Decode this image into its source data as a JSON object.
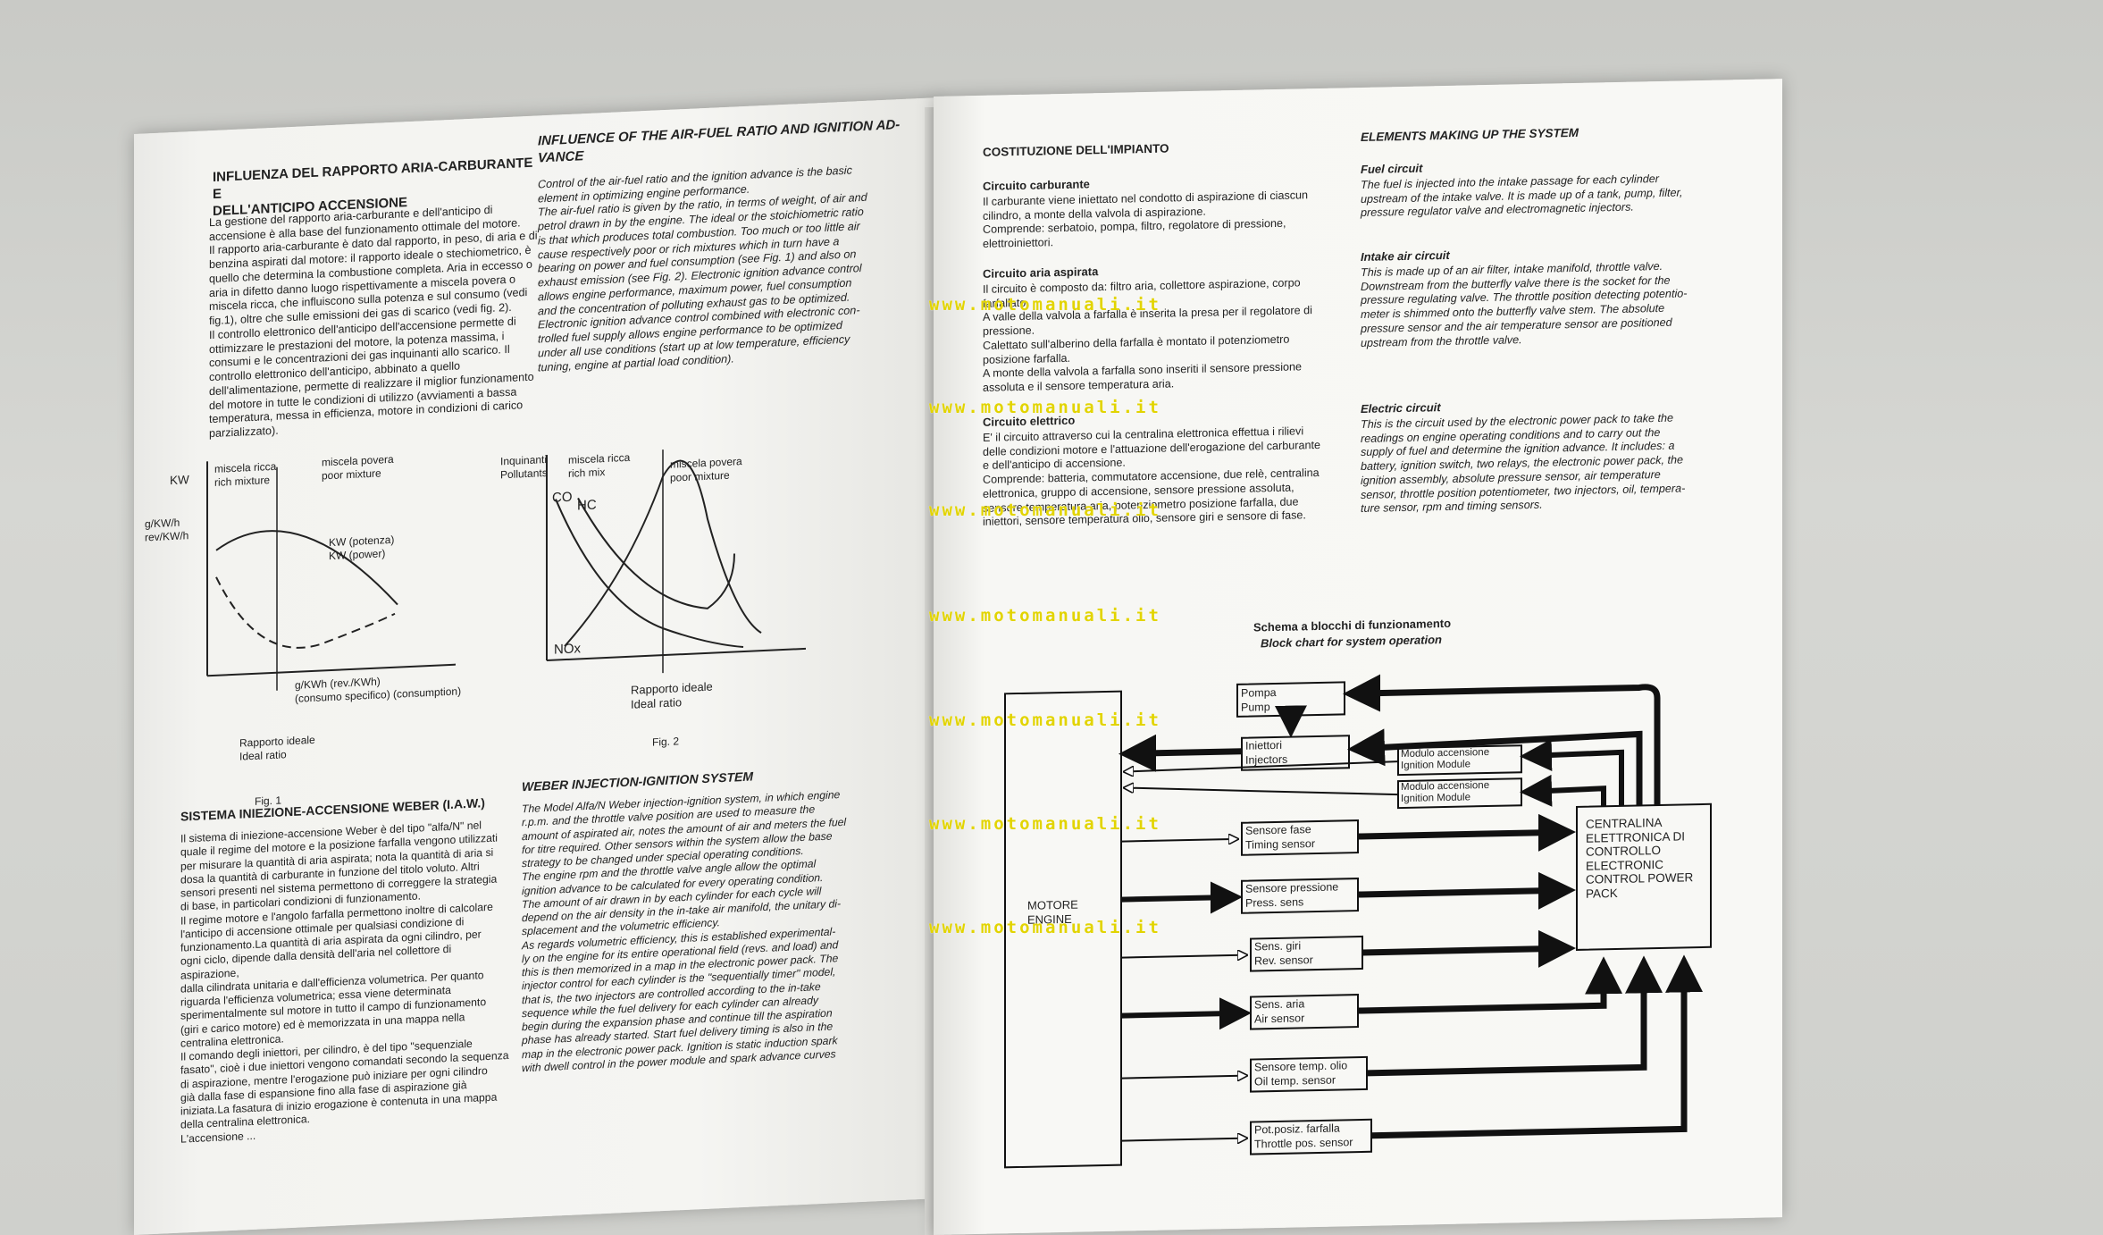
{
  "left_page": {
    "heading_it": "INFLUENZA DEL RAPPORTO ARIA-CARBURANTE E\nDELL'ANTICIPO ACCENSIONE",
    "body_it": "La gestione del rapporto aria-carburante e dell'anticipo di\naccensione è alla base del funzionamento ottimale del motore.\nIl rapporto aria-carburante è dato dal rapporto, in peso, di aria e di\nbenzina aspirati dal motore: il rapporto ideale o stechiometrico, è\nquello che determina la combustione completa. Aria in eccesso o\naria in difetto danno luogo rispettivamente a miscela povera o\nmiscela ricca, che influiscono sulla potenza e sul consumo (vedi\nfig.1), oltre che sulle emissioni dei gas di scarico (vedi fig. 2).\nIl controllo elettronico dell'anticipo dell'accensione permette di\nottimizzare le prestazioni del motore, la potenza massima, i\nconsumi e le concentrazioni dei gas inquinanti allo scarico. Il\ncontrollo elettronico dell'anticipo, abbinato a quello\ndell'alimentazione, permette di realizzare il miglior funzionamento\ndel motore in tutte le condizioni di utilizzo (avviamenti a bassa\ntemperatura, messa in efficienza, motore in condizioni di carico\nparzializzato).",
    "heading_en": "INFLUENCE OF THE AIR-FUEL RATIO AND IGNITION AD-\nVANCE",
    "body_en": "Control of the air-fuel ratio and the ignition advance is the basic\nelement in optimizing engine performance.\nThe air-fuel ratio is given by the ratio, in terms of weight, of air and\npetrol drawn in by the engine. The ideal or the stoichiometric ratio\nis that which produces total combustion. Too much or too little air\ncause respectively poor or rich mixtures which in turn have a\nbearing on power and fuel consumption (see Fig. 1) and also on\nexhaust emission (see Fig. 2). Electronic ignition advance control\nallows engine performance, maximum power, fuel consumption\nand the concentration of polluting exhaust gas to be optimized.\nElectronic ignition advance control combined with electronic con-\ntrolled fuel supply allows engine performance to be optimized\nunder all use conditions (start up at low temperature, efficiency\ntuning, engine at partial load condition).",
    "fig1": {
      "caption": "Fig. 1",
      "kw": "KW",
      "gkwh": "g/KW/h\nrev/KW/h",
      "rich": "miscela ricca\nrich mixture",
      "poor": "miscela povera\npoor mixture",
      "power": "KW (potenza)\nKW (power)",
      "consumption": "g/KWh (rev./KWh)\n(consumo specifico) (consumption)",
      "ideal": "Rapporto ideale\nIdeal ratio"
    },
    "fig2": {
      "caption": "Fig. 2",
      "pollutants": "Inquinanti\nPollutants",
      "rich": "miscela ricca\nrich mix",
      "poor": "miscela povera\npoor mixture",
      "co": "CO",
      "hc": "HC",
      "nox": "NOx",
      "ideal": "Rapporto ideale\nIdeal ratio"
    },
    "heading2_it": "SISTEMA INIEZIONE-ACCENSIONE WEBER (I.A.W.)",
    "body2_it": "Il sistema di iniezione-accensione Weber è del tipo \"alfa/N\" nel\nquale il regime del motore e la posizione farfalla vengono utilizzati\nper misurare la quantità di aria aspirata; nota la quantità di aria si\ndosa la quantità di carburante in funzione del titolo voluto. Altri\nsensori presenti nel sistema permettono di correggere la strategia\ndi base, in particolari condizioni di funzionamento.\nIl regime motore e l'angolo farfalla permettono inoltre di calcolare\nl'anticipo di accensione ottimale per qualsiasi condizione di\nfunzionamento.La quantità di aria aspirata da ogni cilindro, per\nogni ciclo, dipende dalla densità dell'aria nel collettore di aspirazione,\ndalla cilindrata unitaria e dall'efficienza volumetrica. Per quanto\nriguarda l'efficienza volumetrica; essa viene determinata\nsperimentalmente sul motore in tutto il campo di funzionamento\n(giri e carico motore) ed è memorizzata in una mappa nella\ncentralina elettronica.\nIl comando degli iniettori, per cilindro, è del tipo \"sequenziale\nfasato\", cioè i due iniettori vengono comandati secondo la sequenza\ndi aspirazione, mentre l'erogazione può iniziare per ogni cilindro\ngià dalla fase di espansione fino alla fase di aspirazione già\niniziata.La fasatura di inizio erogazione è contenuta in una mappa\ndella centralina elettronica.\nL'accensione ...",
    "heading2_en": "WEBER INJECTION-IGNITION SYSTEM",
    "body2_en": "The Model Alfa/N Weber injection-ignition system, in which engine\nr.p.m. and the throttle valve position are used to measure the\namount of aspirated air, notes the amount of air and meters the fuel\nfor titre required. Other sensors within the system allow the base\nstrategy to be changed under special operating conditions.\nThe engine rpm and the throttle valve angle allow the optimal\nignition advance to be calculated for every operating condition.\nThe amount of air drawn in by each cylinder for each cycle will\ndepend on the air density in the in-take air manifold, the unitary di-\nsplacement and the volumetric efficiency.\nAs regards volumetric efficiency, this is established experimental-\nly on the engine for its entire operational field (revs. and load) and\nthis is then memorized in a map in the electronic power pack. The\ninjector control for each cylinder is the \"sequentially timer\" model,\nthat is, the two injectors are controlled according to the in-take\nsequence while the fuel delivery for each cylinder can already\nbegin during the expansion phase and continue till the aspiration\nphase has already started. Start fuel delivery timing is also in the\nmap in the electronic power pack. Ignition is static induction spark\nwith dwell control in the power module and spark advance curves"
  },
  "right_page": {
    "heading_it": "COSTITUZIONE DELL'IMPIANTO",
    "heading_en": "ELEMENTS MAKING UP THE SYSTEM",
    "fuel_it_title": "Circuito carburante",
    "fuel_it": "Il carburante viene iniettato nel condotto di aspirazione di ciascun\ncilindro, a monte della valvola di aspirazione.\nComprende: serbatoio, pompa, filtro, regolatore di pressione,\nelettroiniettori.",
    "air_it_title": "Circuito aria aspirata",
    "air_it": "Il circuito è composto da: filtro aria, collettore aspirazione, corpo\nfarfallato.\nA valle della valvola a farfalla è inserita la presa per il regolatore di\npressione.\nCalettato sull'alberino della farfalla è montato il potenziometro\nposizione farfalla.\nA monte della valvola a farfalla sono inseriti il sensore pressione\nassoluta e il sensore temperatura aria.",
    "elec_it_title": "Circuito elettrico",
    "elec_it": "E' il circuito attraverso cui la centralina elettronica effettua i rilievi\ndelle condizioni motore e l'attuazione dell'erogazione del carburante\ne dell'anticipo di accensione.\nComprende: batteria, commutatore accensione, due relè, centralina\nelettronica, gruppo di accensione, sensore pressione assoluta,\nsensore temperatura aria, potenziometro posizione farfalla, due\niniettori, sensore temperatura olio, sensore giri e sensore di fase.",
    "fuel_en_title": "Fuel circuit",
    "fuel_en": "The fuel is injected into the intake passage for each cylinder\nupstream of the intake valve. It is made up of a tank, pump, filter,\npressure regulator valve and electromagnetic injectors.",
    "air_en_title": "Intake air circuit",
    "air_en": "This is made up of an air filter, intake manifold, throttle valve.\nDownstream from the butterfly valve there is the socket for the\npressure regulating valve. The throttle position detecting potentio-\nmeter is shimmed onto the butterfly valve stem. The absolute\npressure sensor and the air temperature sensor are positioned\nupstream from the throttle valve.",
    "elec_en_title": "Electric circuit",
    "elec_en": "This is the circuit used by the electronic power pack to take the\nreadings on engine operating conditions and to carry out the\nsupply of fuel and determine the ignition advance. It includes: a\nbattery, ignition switch, two relays, the electronic power pack, the\nignition assembly, absolute pressure sensor, air temperature\nsensor, throttle position potentiometer, two injectors, oil, tempera-\nture sensor, rpm and timing sensors.",
    "block_title_it": "Schema a blocchi di funzionamento",
    "block_title_en": "Block chart for system operation",
    "blocks": {
      "engine": "MOTORE\nENGINE",
      "pump": "Pompa\nPump",
      "injectors": "Iniettori\nInjectors",
      "ign1": "Modulo accensione\nIgnition Module",
      "ign2": "Modulo accensione\nIgnition Module",
      "timing": "Sensore fase\nTiming sensor",
      "press": "Sensore pressione\nPress. sens",
      "rev": "Sens. giri\nRev. sensor",
      "air": "Sens. aria\nAir sensor",
      "oil": "Sensore temp. olio\nOil temp. sensor",
      "throttle": "Pot.posiz. farfalla\nThrottle pos. sensor",
      "ecu": "CENTRALINA\nELETTRONICA DI\nCONTROLLO\nELECTRONIC\nCONTROL POWER\nPACK"
    }
  },
  "watermark": "www.motomanuali.it"
}
